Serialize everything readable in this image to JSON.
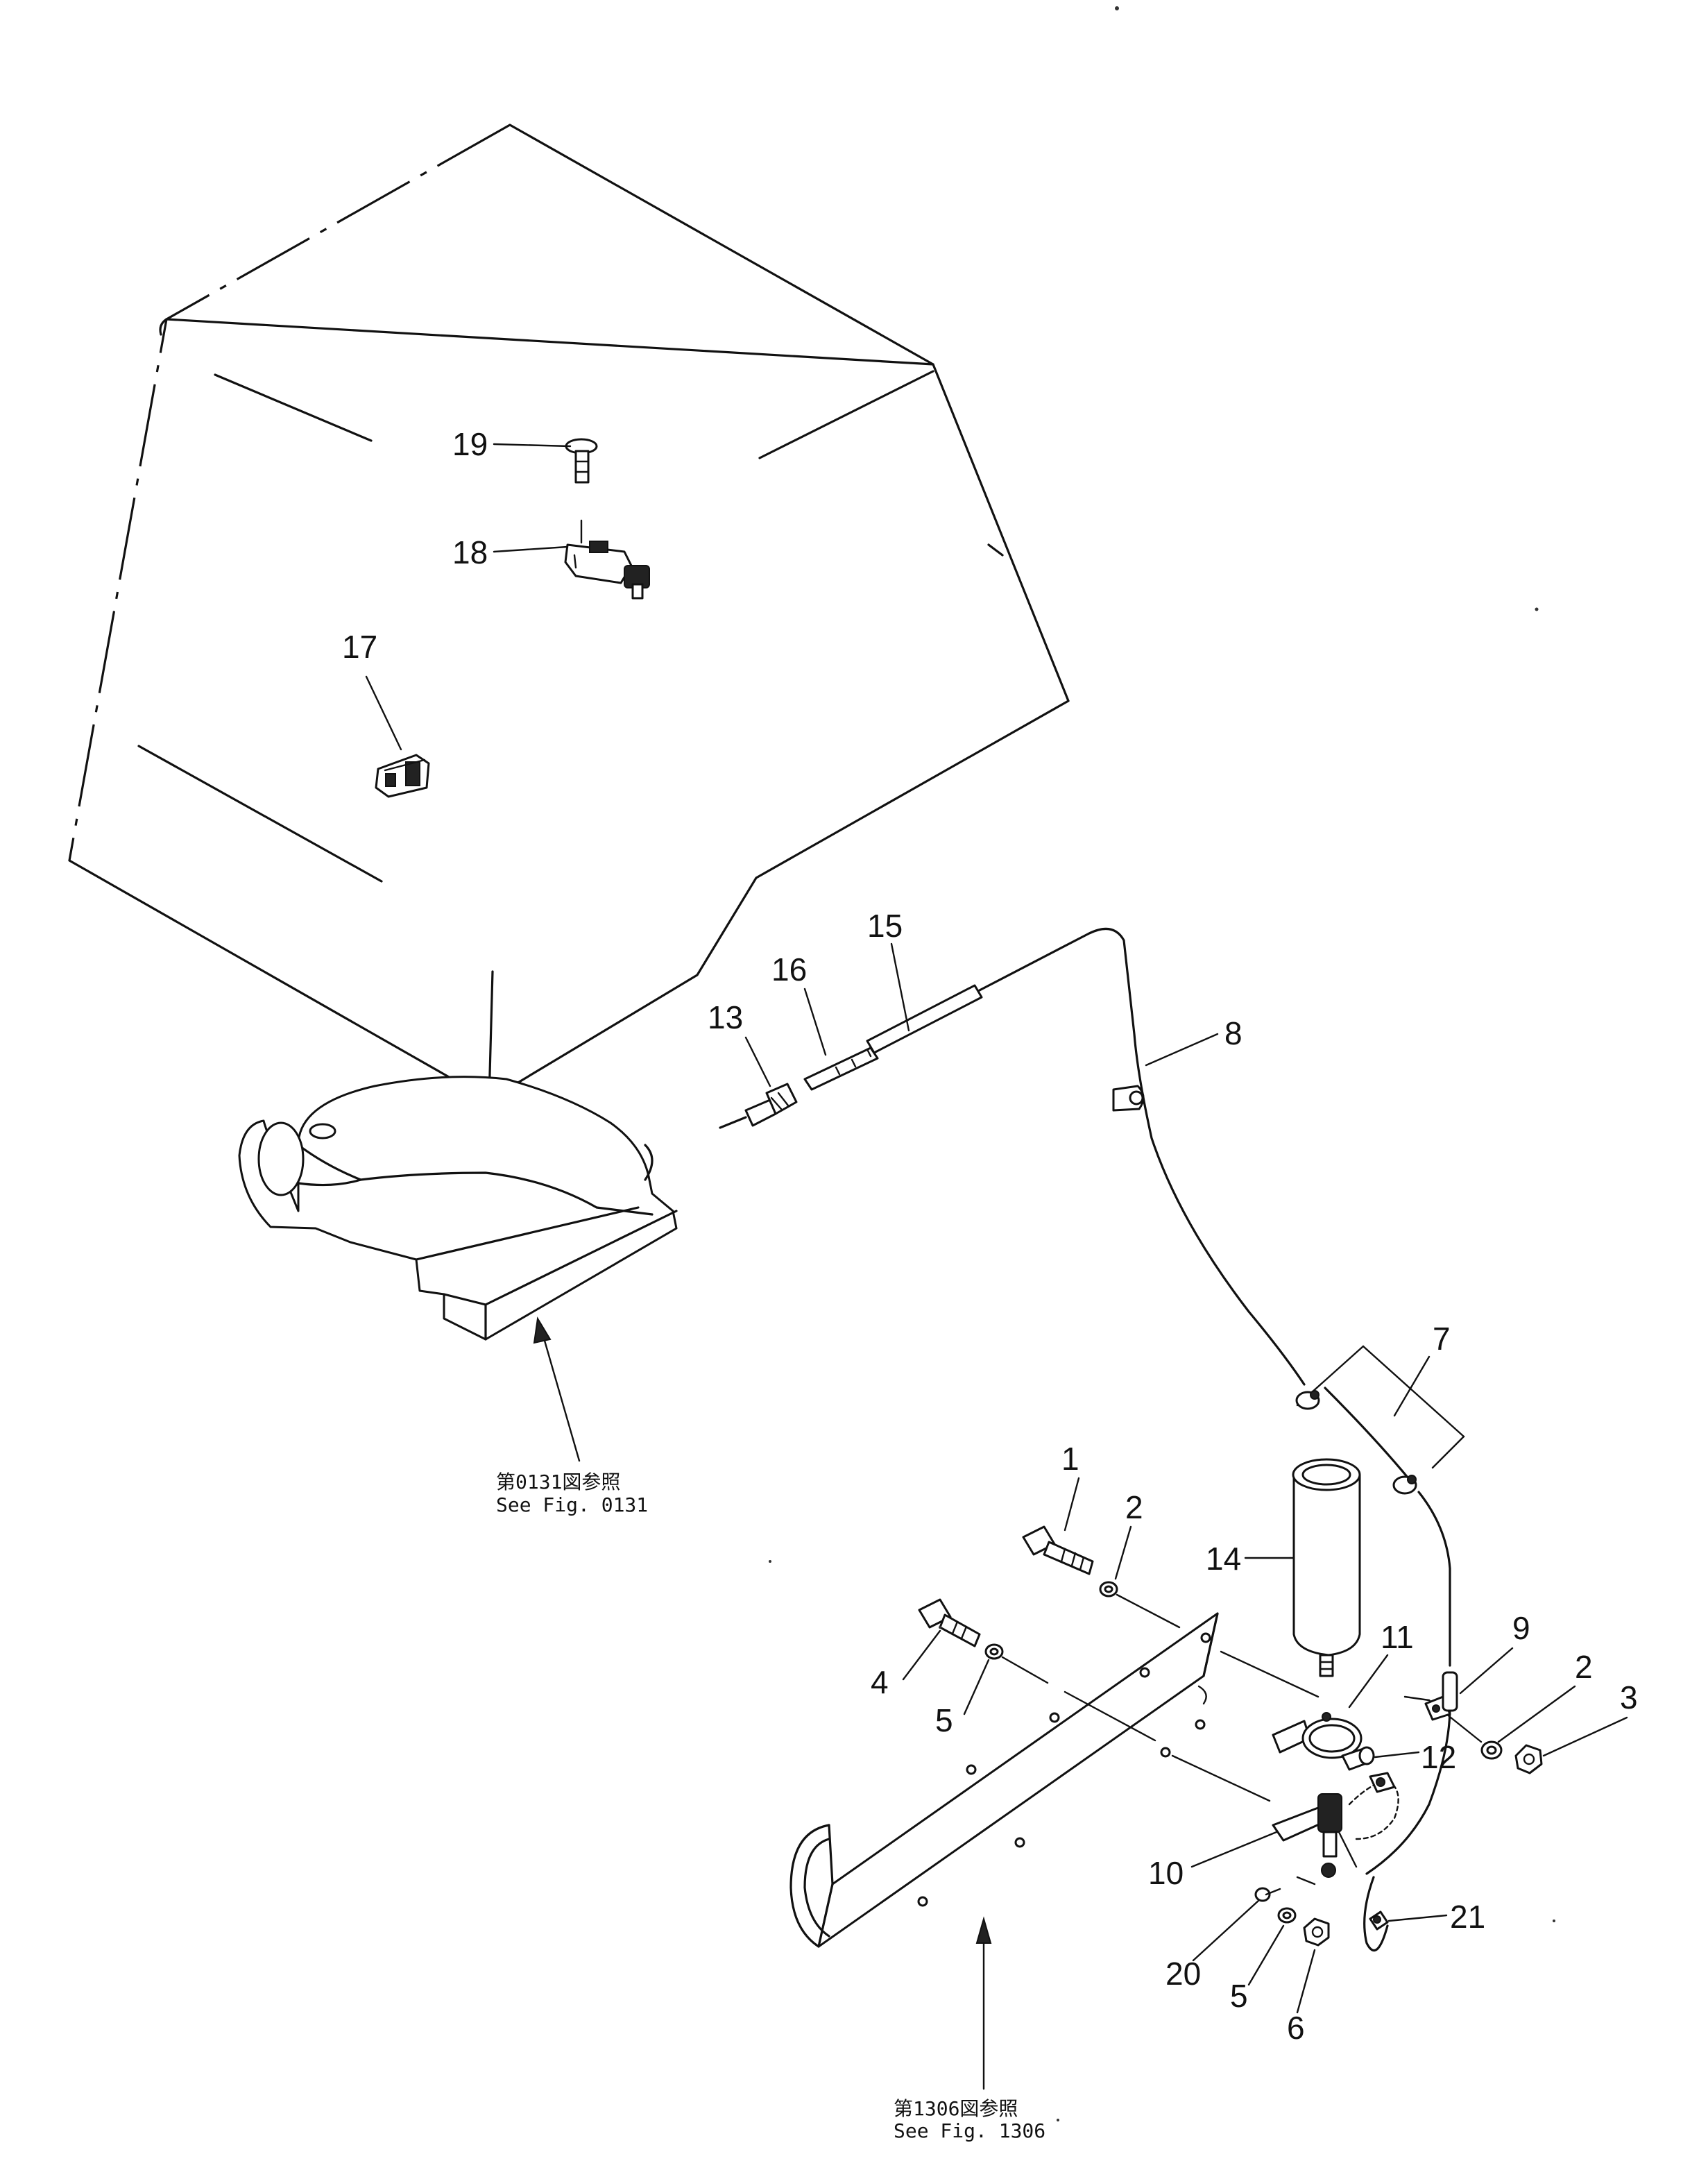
{
  "callouts": {
    "c1": "1",
    "c2a": "2",
    "c2b": "2",
    "c3": "3",
    "c4": "4",
    "c5a": "5",
    "c5b": "5",
    "c6": "6",
    "c7": "7",
    "c8": "8",
    "c9": "9",
    "c10": "10",
    "c11": "11",
    "c12": "12",
    "c13": "13",
    "c14": "14",
    "c15": "15",
    "c16": "16",
    "c17": "17",
    "c18": "18",
    "c19": "19",
    "c20": "20",
    "c21": "21"
  },
  "references": {
    "fig0131_jp": "第0131図参照",
    "fig0131_en": "See  Fig.  0131",
    "fig1306_jp": "第1306図参照",
    "fig1306_en": "See  Fig.  1306"
  }
}
